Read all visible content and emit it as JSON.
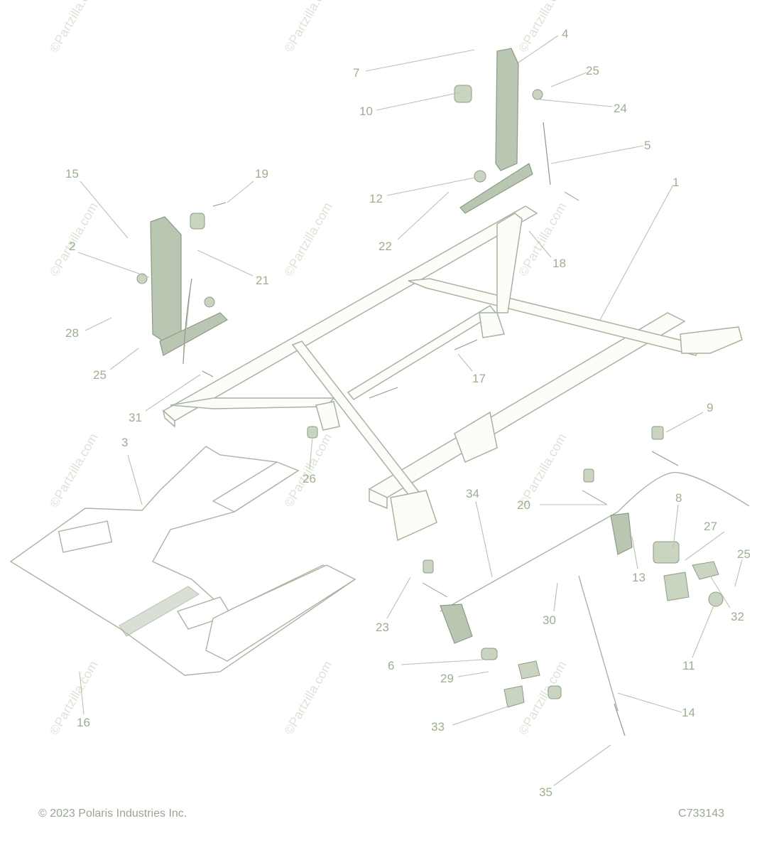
{
  "footer": {
    "copyright": "© 2023 Polaris Industries Inc.",
    "diagram_code": "C733143"
  },
  "watermark": "©Partzilla.com",
  "callouts": [
    {
      "label": "1"
    },
    {
      "label": "2"
    },
    {
      "label": "3"
    },
    {
      "label": "4"
    },
    {
      "label": "5"
    },
    {
      "label": "6"
    },
    {
      "label": "7"
    },
    {
      "label": "8"
    },
    {
      "label": "9"
    },
    {
      "label": "10"
    },
    {
      "label": "11"
    },
    {
      "label": "12"
    },
    {
      "label": "13"
    },
    {
      "label": "14"
    },
    {
      "label": "15"
    },
    {
      "label": "16"
    },
    {
      "label": "17"
    },
    {
      "label": "18"
    },
    {
      "label": "19"
    },
    {
      "label": "20"
    },
    {
      "label": "21"
    },
    {
      "label": "22"
    },
    {
      "label": "23"
    },
    {
      "label": "24"
    },
    {
      "label": "25"
    },
    {
      "label": "25"
    },
    {
      "label": "25"
    },
    {
      "label": "26"
    },
    {
      "label": "27"
    },
    {
      "label": "28"
    },
    {
      "label": "29"
    },
    {
      "label": "30"
    },
    {
      "label": "31"
    },
    {
      "label": "32"
    },
    {
      "label": "33"
    },
    {
      "label": "34"
    },
    {
      "label": "35"
    }
  ]
}
